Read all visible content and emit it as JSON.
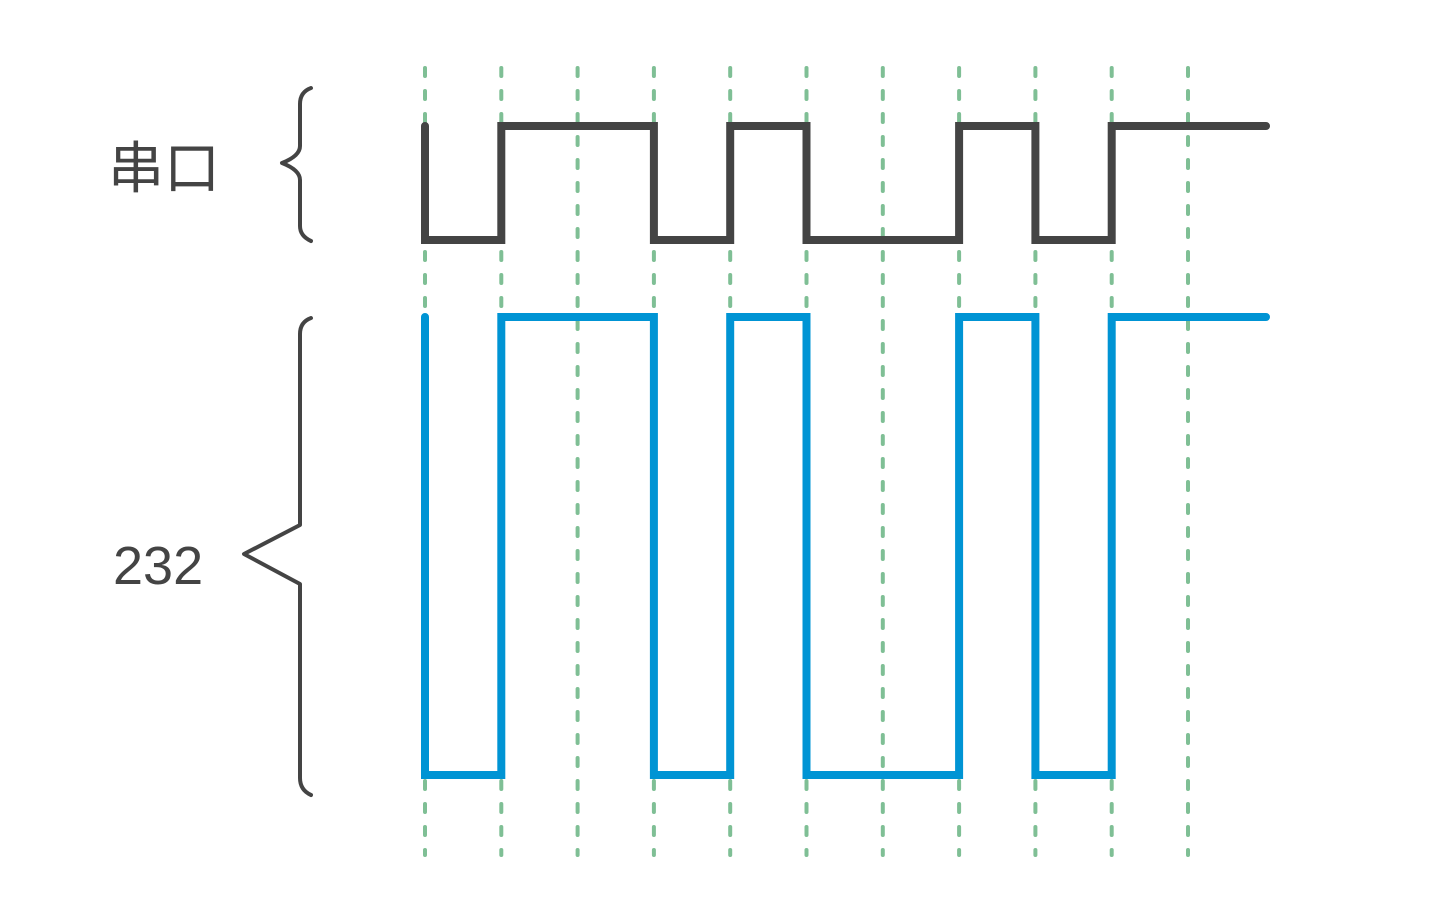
{
  "labels": {
    "uart": "串口",
    "rs232": "232"
  },
  "colors": {
    "grid": "#7fbf95",
    "uart_wave": "#444444",
    "rs232_wave": "#0094d4",
    "brace": "#444444",
    "text": "#444444"
  },
  "signals": {
    "bit_count": 11,
    "uart_levels": [
      1,
      0,
      1,
      1,
      0,
      1,
      0,
      0,
      1,
      0,
      1,
      1
    ],
    "rs232_levels": [
      1,
      0,
      1,
      1,
      0,
      1,
      0,
      0,
      1,
      0,
      1,
      1
    ]
  }
}
